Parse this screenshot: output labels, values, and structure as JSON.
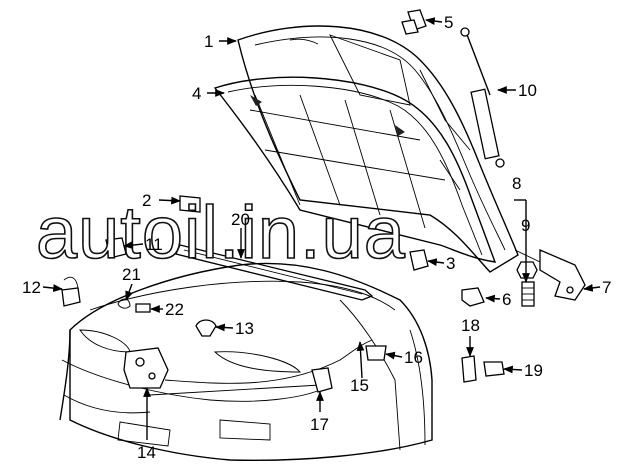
{
  "watermark": {
    "text": "autoil.in.ua"
  },
  "callouts": {
    "c1": "1",
    "c2": "2",
    "c3": "3",
    "c4": "4",
    "c5": "5",
    "c6": "6",
    "c7": "7",
    "c8": "8",
    "c9": "9",
    "c10": "10",
    "c11": "11",
    "c12": "12",
    "c13": "13",
    "c14": "14",
    "c15": "15",
    "c16": "16",
    "c17": "17",
    "c18": "18",
    "c19": "19",
    "c20": "20",
    "c21": "21",
    "c22": "22"
  }
}
